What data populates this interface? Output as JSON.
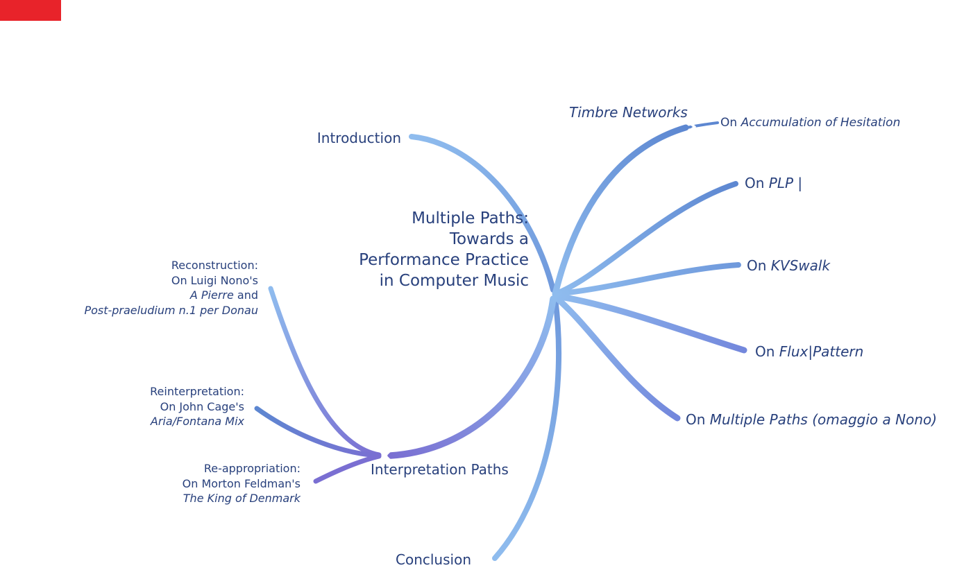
{
  "root": {
    "lines": [
      "Multiple Paths:",
      "Towards a",
      "Performance Practice",
      "in Computer Music"
    ]
  },
  "nodes": {
    "introduction": {
      "label": "Introduction"
    },
    "timbre_networks": {
      "label": "Timbre Networks"
    },
    "accumulation": {
      "pre": "On ",
      "work": "Accumulation of Hesitation"
    },
    "plp": {
      "pre": "On ",
      "work": "PLP |"
    },
    "kvswalk": {
      "pre": "On ",
      "work": "KVSwalk"
    },
    "flux_pattern": {
      "pre": "On ",
      "work": "Flux|Pattern"
    },
    "omaggio": {
      "pre": "On ",
      "work": "Multiple Paths (omaggio a Nono)"
    },
    "interpretation": {
      "label": "Interpretation Paths"
    },
    "conclusion": {
      "label": "Conclusion"
    },
    "reconstruction": {
      "lines": [
        {
          "pre": "Reconstruction:"
        },
        {
          "pre": "On Luigi Nono's"
        },
        {
          "it": "A Pierre",
          "post": " and"
        },
        {
          "it": "Post-praeludium n.1 per Donau"
        }
      ]
    },
    "reinterpretation": {
      "lines": [
        {
          "pre": "Reinterpretation:"
        },
        {
          "pre": "On John Cage's"
        },
        {
          "it": "Aria/Fontana Mix"
        }
      ]
    },
    "reappropriation": {
      "lines": [
        {
          "pre": "Re-appropriation:"
        },
        {
          "pre": "On Morton Feldman's"
        },
        {
          "it": "The King of Denmark"
        }
      ]
    }
  },
  "colors": {
    "blue_light": "#8fbcee",
    "blue": "#6f99dc",
    "blue_deep": "#5d87d1",
    "blue_purple": "#7387dc",
    "purple": "#7a6fd2",
    "flag_red": "#e8232a",
    "chevron_white": "#ffffff",
    "text": "#28407c"
  }
}
